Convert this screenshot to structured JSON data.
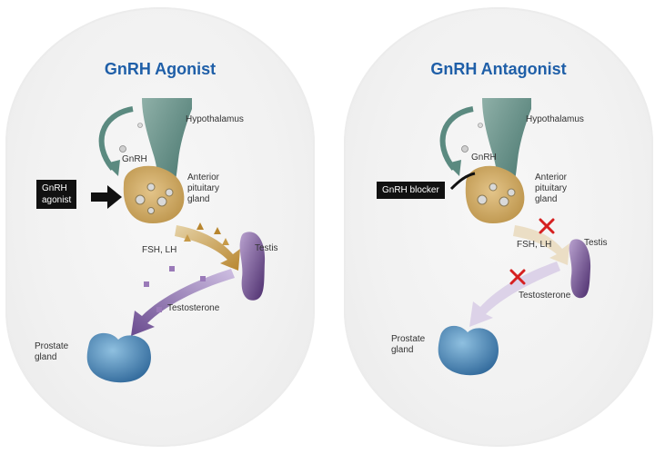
{
  "panels": {
    "agonist": {
      "title": "GnRH Agonist",
      "hypothalamus": "Hypothalamus",
      "gnrh": "GnRH",
      "drug_label_line1": "GnRH",
      "drug_label_line2": "agonist",
      "pituitary_line1": "Anterior",
      "pituitary_line2": "pituitary",
      "pituitary_line3": "gland",
      "fsh_lh": "FSH, LH",
      "testis": "Testis",
      "testosterone": "Testosterone",
      "prostate_line1": "Prostate",
      "prostate_line2": "gland"
    },
    "antagonist": {
      "title": "GnRH Antagonist",
      "hypothalamus": "Hypothalamus",
      "gnrh": "GnRH",
      "drug_label": "GnRH blocker",
      "pituitary_line1": "Anterior",
      "pituitary_line2": "pituitary",
      "pituitary_line3": "gland",
      "fsh_lh": "FSH, LH",
      "testis": "Testis",
      "testosterone": "Testosterone",
      "prostate_line1": "Prostate",
      "prostate_line2": "gland"
    }
  },
  "colors": {
    "title": "#1f5fa8",
    "hypothalamus": "#4f7f78",
    "pituitary": "#c9a35a",
    "testis": "#5a3a7a",
    "prostate": "#2f6ea0",
    "block_x": "#d62020"
  }
}
